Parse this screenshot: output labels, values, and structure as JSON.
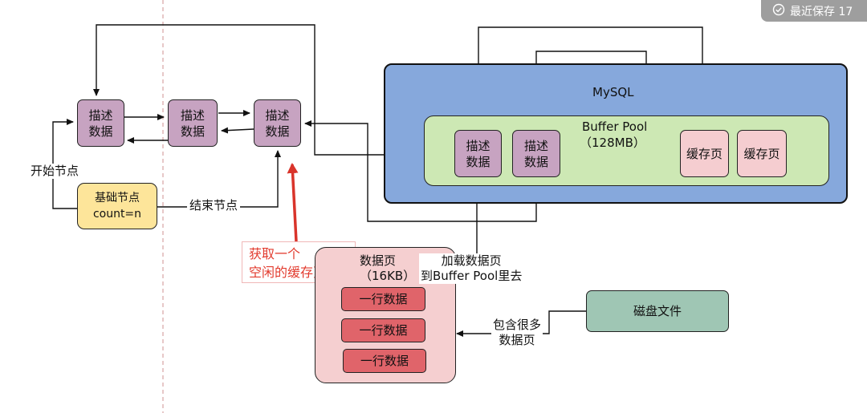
{
  "toast": {
    "text": "最近保存 17",
    "icon": "check-circle-icon"
  },
  "mysql": {
    "title": "MySQL"
  },
  "buffer_pool": {
    "title": "Buffer Pool",
    "size": "（128MB）"
  },
  "free_list": {
    "nodes": [
      {
        "id": "n1",
        "text": "描述\n数据"
      },
      {
        "id": "n2",
        "text": "描述\n数据"
      },
      {
        "id": "n3",
        "text": "描述\n数据"
      }
    ],
    "base_node": "基础节点\ncount=n",
    "start_label": "开始节点",
    "end_label": "结束节点"
  },
  "pool_descriptors": [
    {
      "id": "p1",
      "text": "描述\n数据"
    },
    {
      "id": "p2",
      "text": "描述\n数据"
    }
  ],
  "cache_pages": [
    {
      "id": "c1",
      "text": "缓存页"
    },
    {
      "id": "c2",
      "text": "缓存页"
    }
  ],
  "annotation": {
    "text": "获取一个\n空闲的缓存页",
    "color": "#e23b2e"
  },
  "data_page": {
    "title": "数据页\n（16KB）",
    "rows": [
      "一行数据",
      "一行数据",
      "一行数据"
    ]
  },
  "load_label": "加载数据页\n到Buffer Pool里去",
  "disk": {
    "label": "磁盘文件",
    "contains_label": "包含很多\n数据页"
  },
  "colors": {
    "descriptor": "#c7a3c1",
    "cache_page": "#f5cdd0",
    "base_node": "#fde59a",
    "mysql_bg": "#86a8dc",
    "pool_bg": "#cde8b4",
    "data_page_bg": "#f5cfd0",
    "row": "#e0646a",
    "disk": "#9fc6b4"
  }
}
